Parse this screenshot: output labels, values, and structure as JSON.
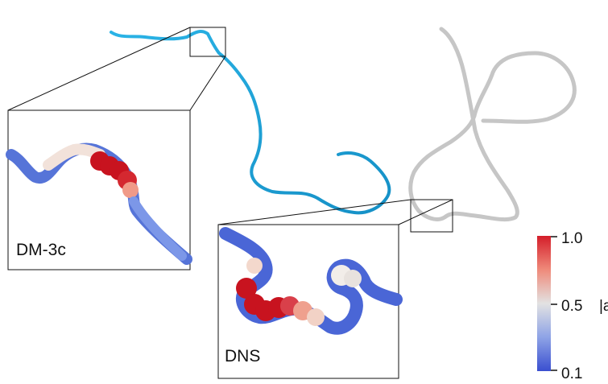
{
  "panels": {
    "left_inset": {
      "label": "DM-3c"
    },
    "right_inset": {
      "label": "DNS"
    }
  },
  "colorbar": {
    "ticks": [
      "1.0",
      "0.5",
      "0.1"
    ],
    "label_fragment": "|a",
    "colors": {
      "high": "#d41e2a",
      "mid": "#dcdcdc",
      "low": "#3a4fd0"
    }
  },
  "colors": {
    "dm3c_curve": "#1ca3d6",
    "dns_curve": "#c4c4c4",
    "inset_frame": "#111111"
  }
}
